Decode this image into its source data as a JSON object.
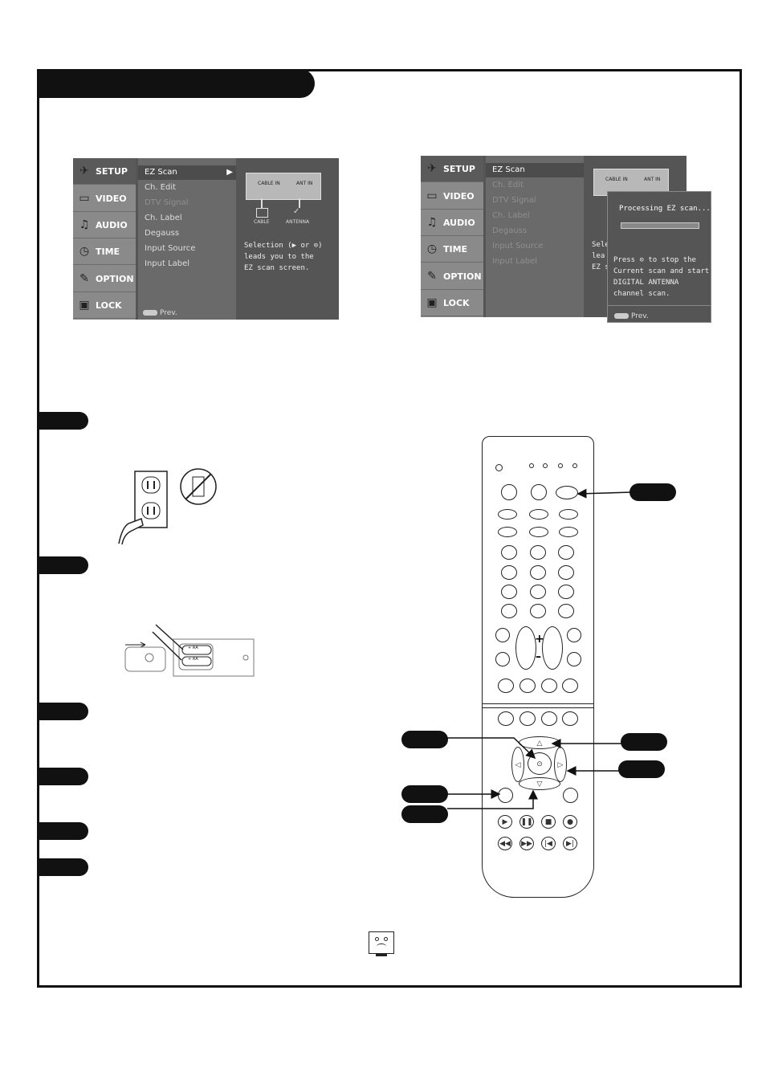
{
  "osd_left": {
    "sidebar": [
      "SETUP",
      "VIDEO",
      "AUDIO",
      "TIME",
      "OPTION",
      "LOCK"
    ],
    "menu": [
      {
        "label": "EZ Scan",
        "state": "selected"
      },
      {
        "label": "Ch. Edit",
        "state": "normal"
      },
      {
        "label": "DTV Signal",
        "state": "dim"
      },
      {
        "label": "Ch. Label",
        "state": "normal"
      },
      {
        "label": "Degauss",
        "state": "normal"
      },
      {
        "label": "Input Source",
        "state": "normal"
      },
      {
        "label": "Input Label",
        "state": "normal"
      }
    ],
    "prev": "Prev.",
    "cable_in": "CABLE IN",
    "ant_in": "ANT IN",
    "cable": "CABLE",
    "antenna": "ANTENNA",
    "info": "Selection (▶ or ⊙)\nleads you to the\nEZ scan screen."
  },
  "osd_right": {
    "sidebar": [
      "SETUP",
      "VIDEO",
      "AUDIO",
      "TIME",
      "OPTION",
      "LOCK"
    ],
    "menu": [
      {
        "label": "EZ Scan",
        "state": "selected"
      },
      {
        "label": "Ch. Edit",
        "state": "dim"
      },
      {
        "label": "DTV Signal",
        "state": "dim"
      },
      {
        "label": "Ch. Label",
        "state": "dim"
      },
      {
        "label": "Degauss",
        "state": "dim"
      },
      {
        "label": "Input Source",
        "state": "dim"
      },
      {
        "label": "Input Label",
        "state": "dim"
      }
    ],
    "cable_in": "CABLE IN",
    "ant_in": "ANT IN",
    "partial": "Sele\nlea\nEZ s",
    "popup_title": "Processing EZ scan...",
    "popup_text": "Press ⊙ to stop the\nCurrent scan and start\nDIGITAL ANTENNA\nchannel scan.",
    "prev": "Prev."
  },
  "battery_labels": [
    "+ AA",
    "+ AA"
  ],
  "remote_plus": "+",
  "remote_minus": "–",
  "colors": {
    "frame": "#111111",
    "osd_bg": "#555555",
    "sidebar": "#8a8a8a"
  }
}
